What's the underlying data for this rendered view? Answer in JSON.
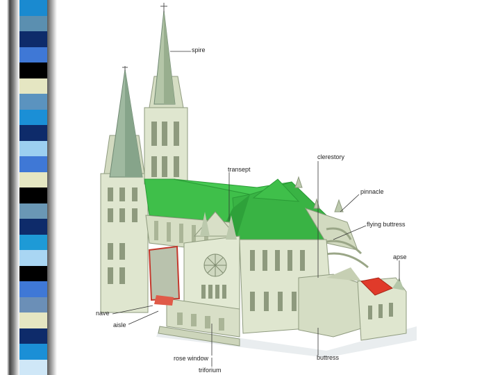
{
  "colors": {
    "roof": "#3fbf4a",
    "roof_dark": "#2a9a36",
    "stone": "#dfe6cf",
    "stone_dark": "#aab597",
    "apse_roof": "#e03a2a",
    "stripe": [
      "#1a8ad0",
      "#5b8fb0",
      "#0e2b6a",
      "#3f78d6",
      "#000000",
      "#e5e6c2",
      "#5b93bf",
      "#1b8fd6",
      "#0e2b6a",
      "#9ccff0",
      "#3f78d6",
      "#e5e6c2",
      "#000000",
      "#6a97b5",
      "#0e2b6a",
      "#1e9ad6",
      "#a9d6f3",
      "#000000",
      "#3f78d6",
      "#6b8fb7",
      "#e5e6c2",
      "#0e2b6a",
      "#1b8fd6",
      "#cfe7f7"
    ]
  },
  "labels": {
    "spire": "spire",
    "transept": "transept",
    "clerestory": "clerestory",
    "pinnacle": "pinnacle",
    "flying_buttress": "flying buttress",
    "apse": "apse",
    "nave": "nave",
    "aisle": "aisle",
    "rose_window": "rose window",
    "triforium": "triforium",
    "buttress": "buttress"
  }
}
